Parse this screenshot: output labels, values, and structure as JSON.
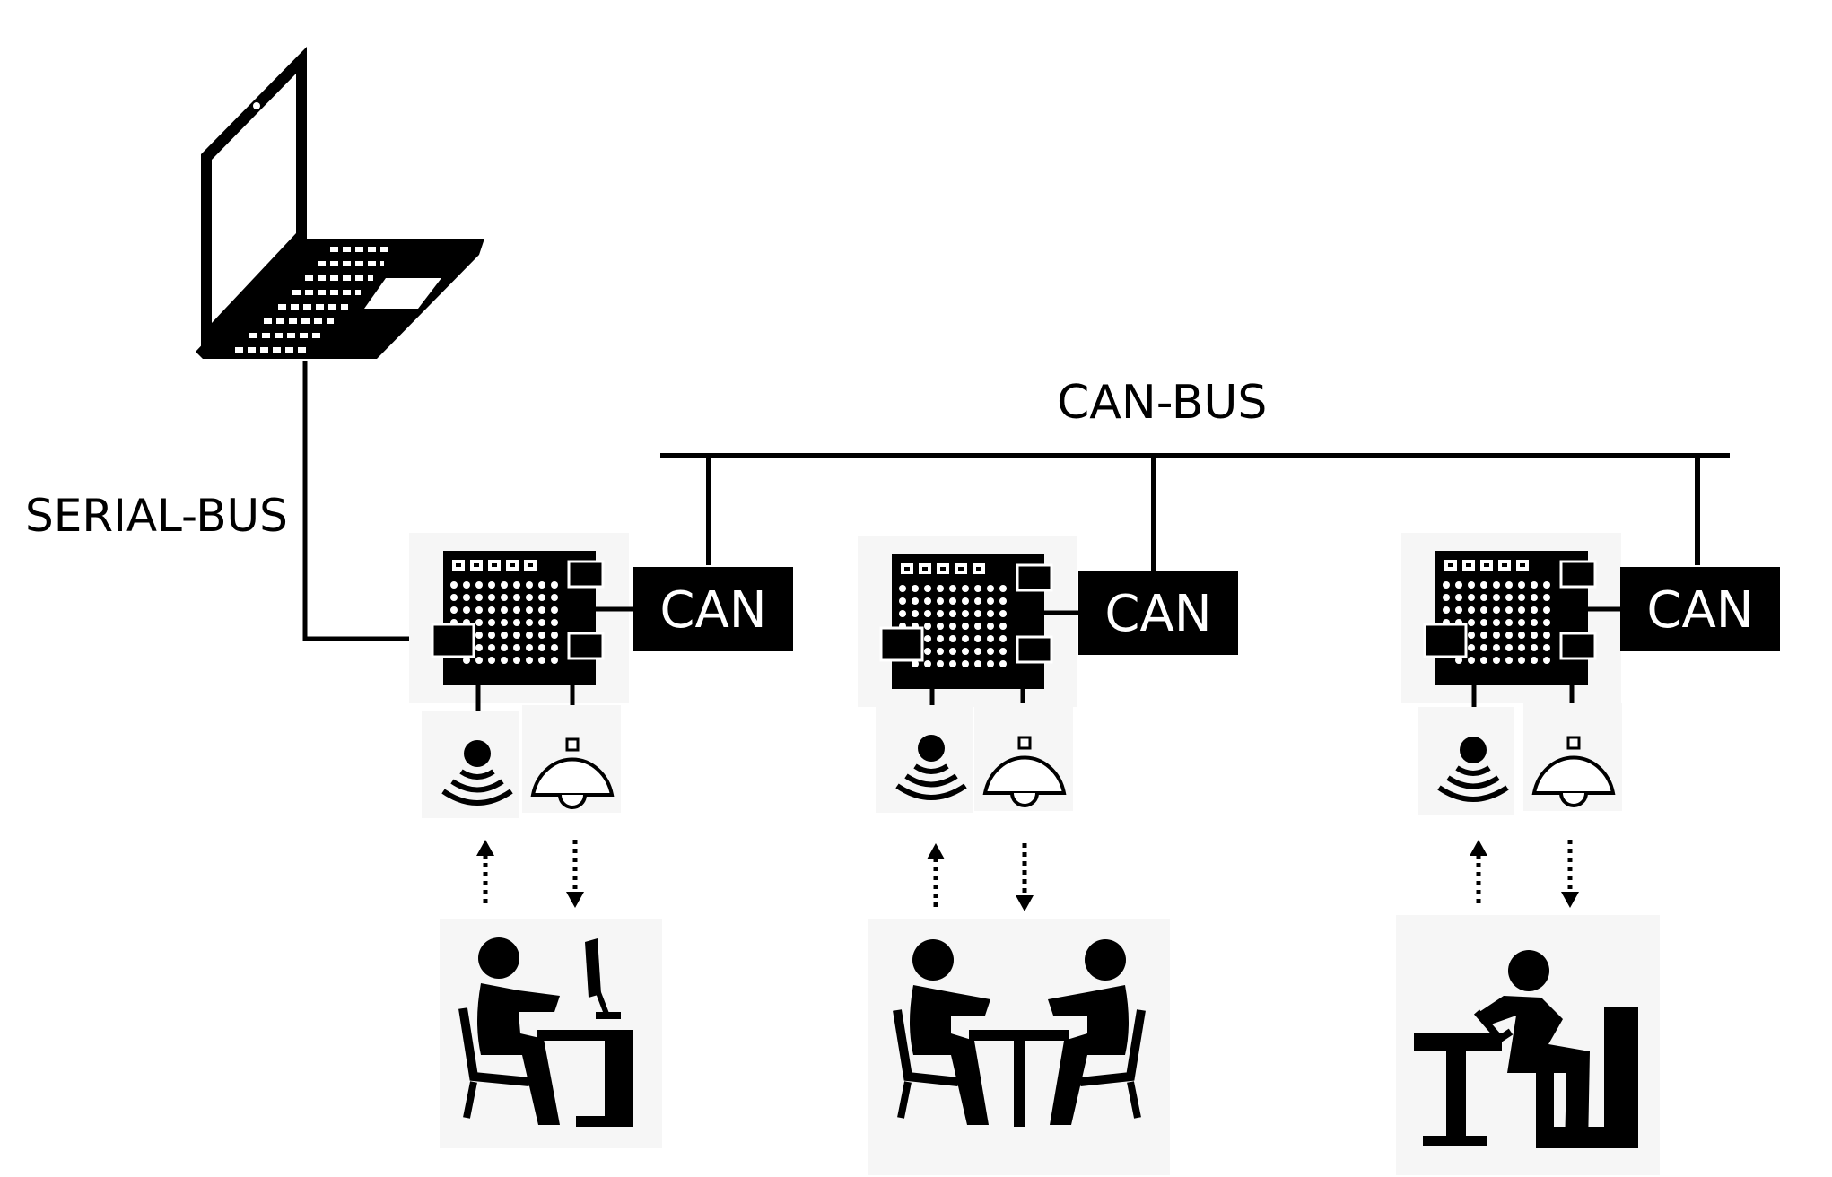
{
  "diagram": {
    "serial_bus_label": "SERIAL-BUS",
    "can_bus_label": "CAN-BUS",
    "nodes": [
      {
        "can_label": "CAN",
        "scene": "person-at-desk-with-monitor"
      },
      {
        "can_label": "CAN",
        "scene": "two-people-at-table"
      },
      {
        "can_label": "CAN",
        "scene": "person-seated-reading-with-table"
      }
    ],
    "icons": {
      "host": "laptop-icon",
      "controller": "microcontroller-board-icon",
      "sensor": "wireless-sensor-icon",
      "actuator": "ceiling-lamp-icon"
    },
    "colors": {
      "line": "#000000",
      "can_box": "#000000",
      "can_text": "#ffffff",
      "panel_bg": "#f6f6f6"
    }
  }
}
